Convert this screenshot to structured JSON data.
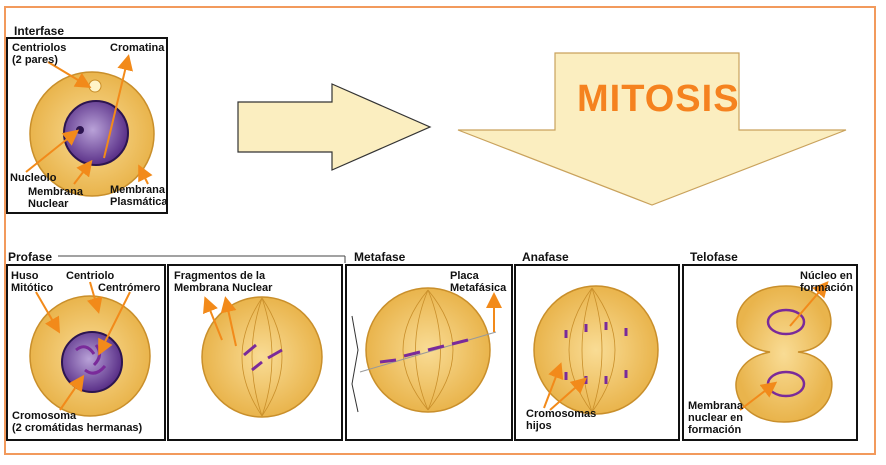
{
  "banner": {
    "title": "MITOSIS"
  },
  "interfase": {
    "title": "Interfase",
    "labels": {
      "centriolos": "Centriolos\n(2 pares)",
      "cromatina": "Cromatina",
      "nucleolo": "Nucleolo",
      "membrana_nuclear": "Membrana\nNuclear",
      "membrana_plasmatica": "Membrana\nPlasmática"
    }
  },
  "profase": {
    "title": "Profase",
    "labels": {
      "huso": "Huso\nMitótico",
      "centriolo": "Centriolo",
      "centromero": "Centrómero",
      "cromosoma": "Cromosoma\n(2 cromátidas hermanas)",
      "fragmentos": "Fragmentos de la\nMembrana Nuclear"
    }
  },
  "metafase": {
    "title": "Metafase",
    "labels": {
      "placa": "Placa\nMetafásica"
    }
  },
  "anafase": {
    "title": "Anafase",
    "labels": {
      "cromosomas_hijos": "Cromosomas\nhijos"
    }
  },
  "telofase": {
    "title": "Telofase",
    "labels": {
      "nucleo": "Núcleo en\nformación",
      "membrana": "Membrana\nnuclear en\nformación"
    }
  },
  "colors": {
    "cell": "#f2c25c",
    "cell_inner": "#f7d487",
    "nucleus": "#6a3d9a",
    "chromosome": "#7a2a9a",
    "arrow": "#f28a1a",
    "big_arrow_fill": "#fbeec0",
    "frame": "#f29a5c"
  }
}
